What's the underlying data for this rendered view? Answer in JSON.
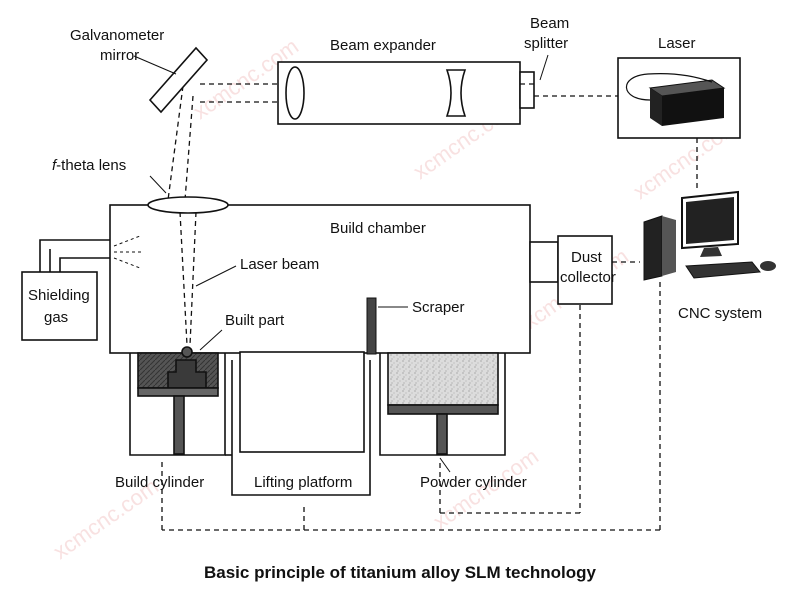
{
  "diagram": {
    "labels": {
      "galvanometer_mirror_line1": "Galvanometer",
      "galvanometer_mirror_line2": "mirror",
      "beam_expander": "Beam expander",
      "beam_splitter_line1": "Beam",
      "beam_splitter_line2": "splitter",
      "laser": "Laser",
      "ftheta_italic": "f",
      "ftheta_rest": "-theta lens",
      "build_chamber": "Build chamber",
      "laser_beam": "Laser beam",
      "built_part": "Built part",
      "scraper": "Scraper",
      "shielding_gas_line1": "Shielding",
      "shielding_gas_line2": "gas",
      "dust_collector_line1": "Dust",
      "dust_collector_line2": "collector",
      "cnc_system": "CNC system",
      "build_cylinder": "Build cylinder",
      "lifting_platform": "Lifting platform",
      "powder_cylinder": "Powder cylinder"
    },
    "caption": "Basic principle of titanium alloy SLM technology",
    "watermark": "xcmcnc.com"
  },
  "colors": {
    "line": "#111111",
    "part_fill": "#4a4a4a",
    "powder_fill": "#d8d8d8",
    "watermark": "#f4c9c9"
  }
}
